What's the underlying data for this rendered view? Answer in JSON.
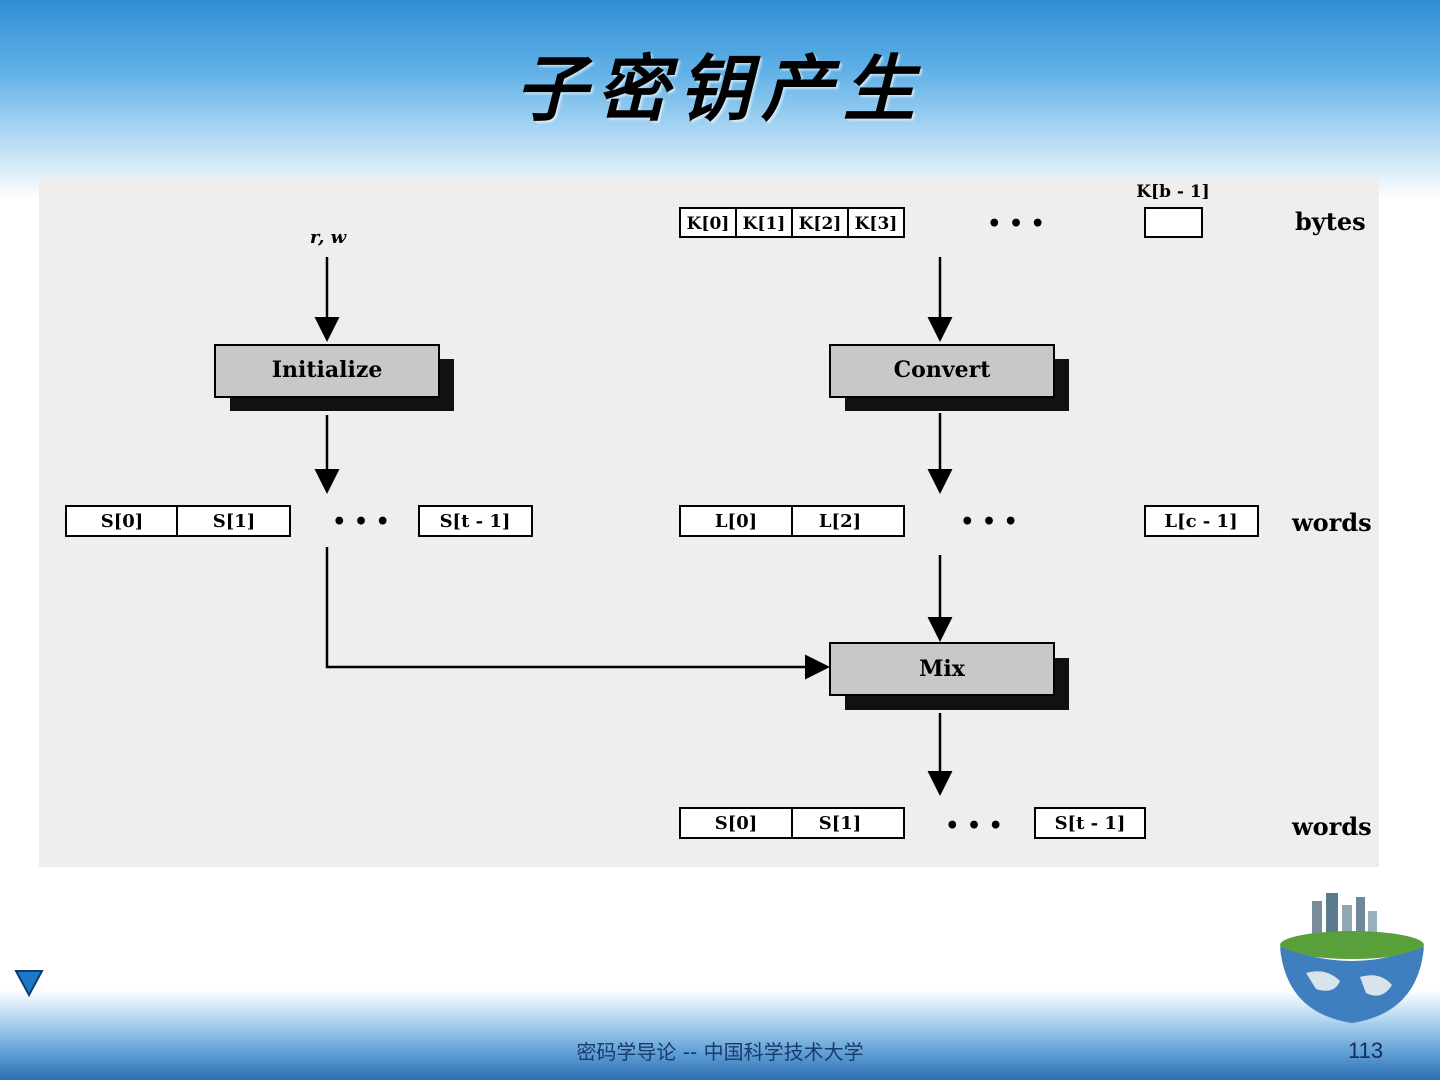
{
  "slide": {
    "title": "子密钥产生",
    "footer": "密码学导论 -- 中国科学技术大学",
    "page_number": "113"
  },
  "diagram": {
    "input_label": "r, w",
    "key_bytes": [
      "K[0]",
      "K[1]",
      "K[2]",
      "K[3]"
    ],
    "key_last": "K[b - 1]",
    "bytes_label": "bytes",
    "words_label": "words",
    "words_label_bottom": "words",
    "initialize_label": "Initialize",
    "convert_label": "Convert",
    "mix_label": "Mix",
    "s_cells": [
      "S[0]",
      "S[1]"
    ],
    "s_last": "S[t - 1]",
    "l_cells": [
      "L[0]",
      "L[2]"
    ],
    "l_last": "L[c - 1]",
    "out_cells": [
      "S[0]",
      "S[1]"
    ],
    "out_last": "S[t - 1]",
    "ellipsis": "•   •   •"
  },
  "icons": {
    "nav": "triangle-down-icon",
    "decoration": "globe-city-icon"
  }
}
